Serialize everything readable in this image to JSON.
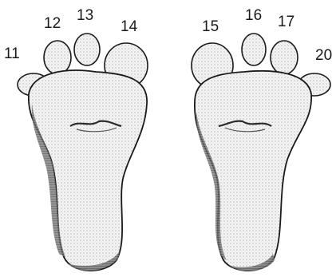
{
  "labels": {
    "l11": "11",
    "l12": "12",
    "l13": "13",
    "l14": "14",
    "l15": "15",
    "l16": "16",
    "l17": "17",
    "l20": "20"
  },
  "colors": {
    "ink": "#1a1a1a",
    "paper": "#ffffff",
    "shade": "#c9c9c9"
  }
}
